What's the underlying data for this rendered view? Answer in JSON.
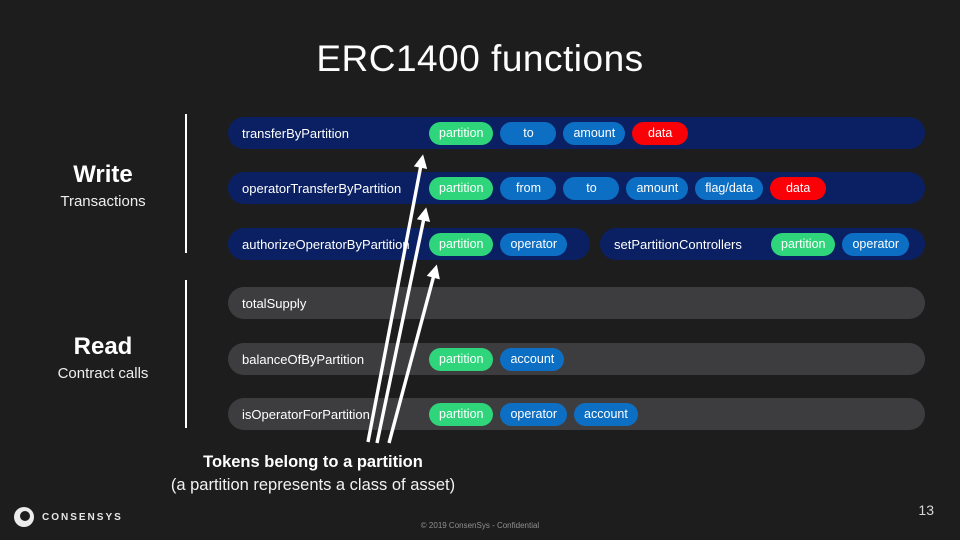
{
  "slide": {
    "title": "ERC1400 functions",
    "page_number": "13",
    "footer_text": "© 2019 ConsenSys - Confidential",
    "brand_name": "CONSENSYS"
  },
  "left_labels": [
    {
      "title": "Write",
      "subtitle": "Transactions"
    },
    {
      "title": "Read",
      "subtitle": "Contract calls"
    }
  ],
  "colors": {
    "background": "#1d1d1e",
    "write_bar": "#0a2062",
    "read_bar": "#3d3d3f",
    "pill_green": "#2fd57b",
    "pill_blue": "#0d6fc4",
    "pill_red": "#fa0007",
    "arrow": "#ffffff"
  },
  "function_rows": [
    {
      "group": "write",
      "bars": [
        {
          "name": "transferByPartition",
          "params": [
            {
              "label": "partition",
              "type": "green"
            },
            {
              "label": "to",
              "type": "blue"
            },
            {
              "label": "amount",
              "type": "blue"
            },
            {
              "label": "data",
              "type": "red"
            }
          ]
        }
      ]
    },
    {
      "group": "write",
      "bars": [
        {
          "name": "operatorTransferByPartition",
          "params": [
            {
              "label": "partition",
              "type": "green"
            },
            {
              "label": "from",
              "type": "blue"
            },
            {
              "label": "to",
              "type": "blue"
            },
            {
              "label": "amount",
              "type": "blue"
            },
            {
              "label": "flag/data",
              "type": "blue"
            },
            {
              "label": "data",
              "type": "red"
            }
          ]
        }
      ]
    },
    {
      "group": "write",
      "bars": [
        {
          "name": "authorizeOperatorByPartition",
          "params": [
            {
              "label": "partition",
              "type": "green"
            },
            {
              "label": "operator",
              "type": "blue"
            }
          ]
        },
        {
          "name": "setPartitionControllers",
          "params": [
            {
              "label": "partition",
              "type": "green"
            },
            {
              "label": "operator",
              "type": "blue"
            }
          ]
        }
      ]
    },
    {
      "group": "read",
      "bars": [
        {
          "name": "totalSupply",
          "params": []
        }
      ]
    },
    {
      "group": "read",
      "bars": [
        {
          "name": "balanceOfByPartition",
          "params": [
            {
              "label": "partition",
              "type": "green"
            },
            {
              "label": "account",
              "type": "blue"
            }
          ]
        }
      ]
    },
    {
      "group": "read",
      "bars": [
        {
          "name": "isOperatorForPartition",
          "params": [
            {
              "label": "partition",
              "type": "green"
            },
            {
              "label": "operator",
              "type": "blue"
            },
            {
              "label": "account",
              "type": "blue"
            }
          ]
        }
      ]
    }
  ],
  "annotation": {
    "heading": "Tokens belong to a partition",
    "subheading": "(a partition represents a class of asset)"
  }
}
